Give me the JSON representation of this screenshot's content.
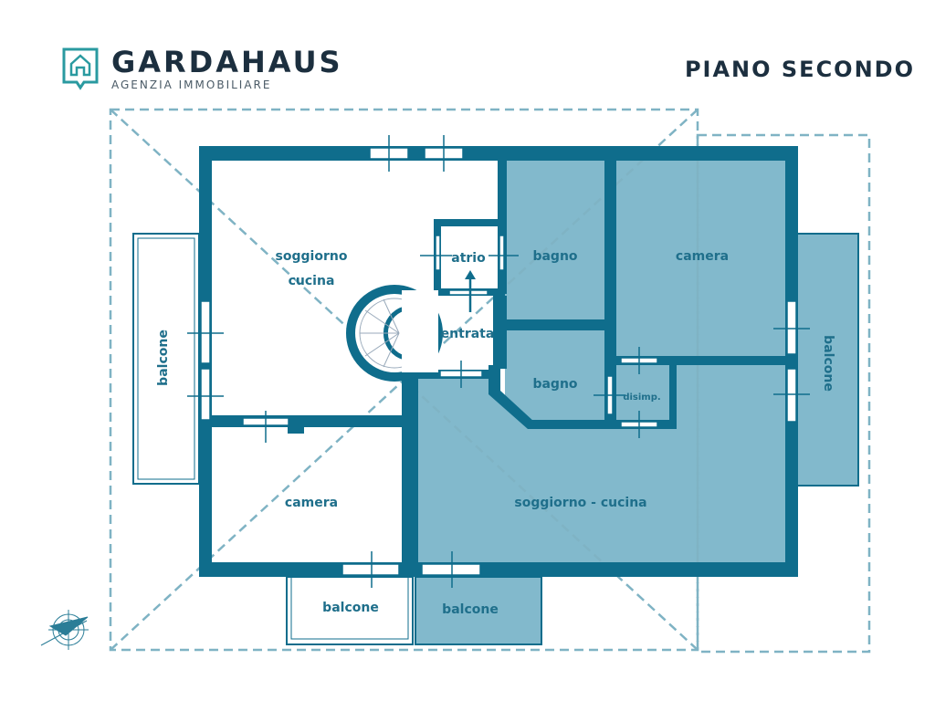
{
  "header": {
    "brand": "GARDAHAUS",
    "tagline": "AGENZIA IMMOBILIARE",
    "floor_title": "PIANO SECONDO"
  },
  "colors": {
    "wall": "#0f6d8c",
    "shade": "#82b9cc",
    "dash": "#7fb3c4",
    "text": "#1f6f8b",
    "logo": "#2a9aa0"
  },
  "rooms": {
    "soggiorno_cucina_left_1": "soggiorno",
    "soggiorno_cucina_left_2": "cucina",
    "atrio": "atrio",
    "bagno_top": "bagno",
    "camera_top": "camera",
    "entrata": "entrata",
    "bagno_mid": "bagno",
    "disimpegno": "disimp.",
    "camera_left": "camera",
    "soggiorno_cucina_right": "soggiorno - cucina",
    "balcone_left": "balcone",
    "balcone_right": "balcone",
    "balcone_bottom_left": "balcone",
    "balcone_bottom_right": "balcone"
  }
}
